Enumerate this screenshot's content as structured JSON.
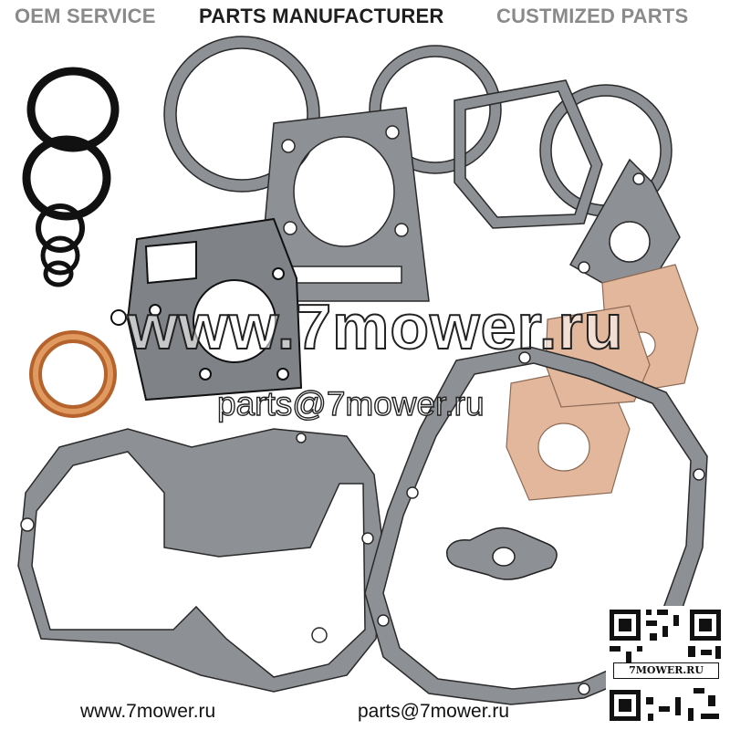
{
  "header": {
    "left": "OEM SERVICE",
    "center": "PARTS MANUFACTURER",
    "right": "CUSTMIZED PARTS"
  },
  "watermark": {
    "site": "www.7mower.ru",
    "email": "parts@7mower.ru"
  },
  "footer": {
    "site": "www.7mower.ru",
    "email": "parts@7mower.ru"
  },
  "qr": {
    "label": "7MOWER.RU"
  },
  "colors": {
    "gasket_gray": "#8d9094",
    "outline": "#1f1f1f",
    "copper": "#c8733c",
    "fiber": "#e3b79c",
    "oring": "#111111"
  }
}
